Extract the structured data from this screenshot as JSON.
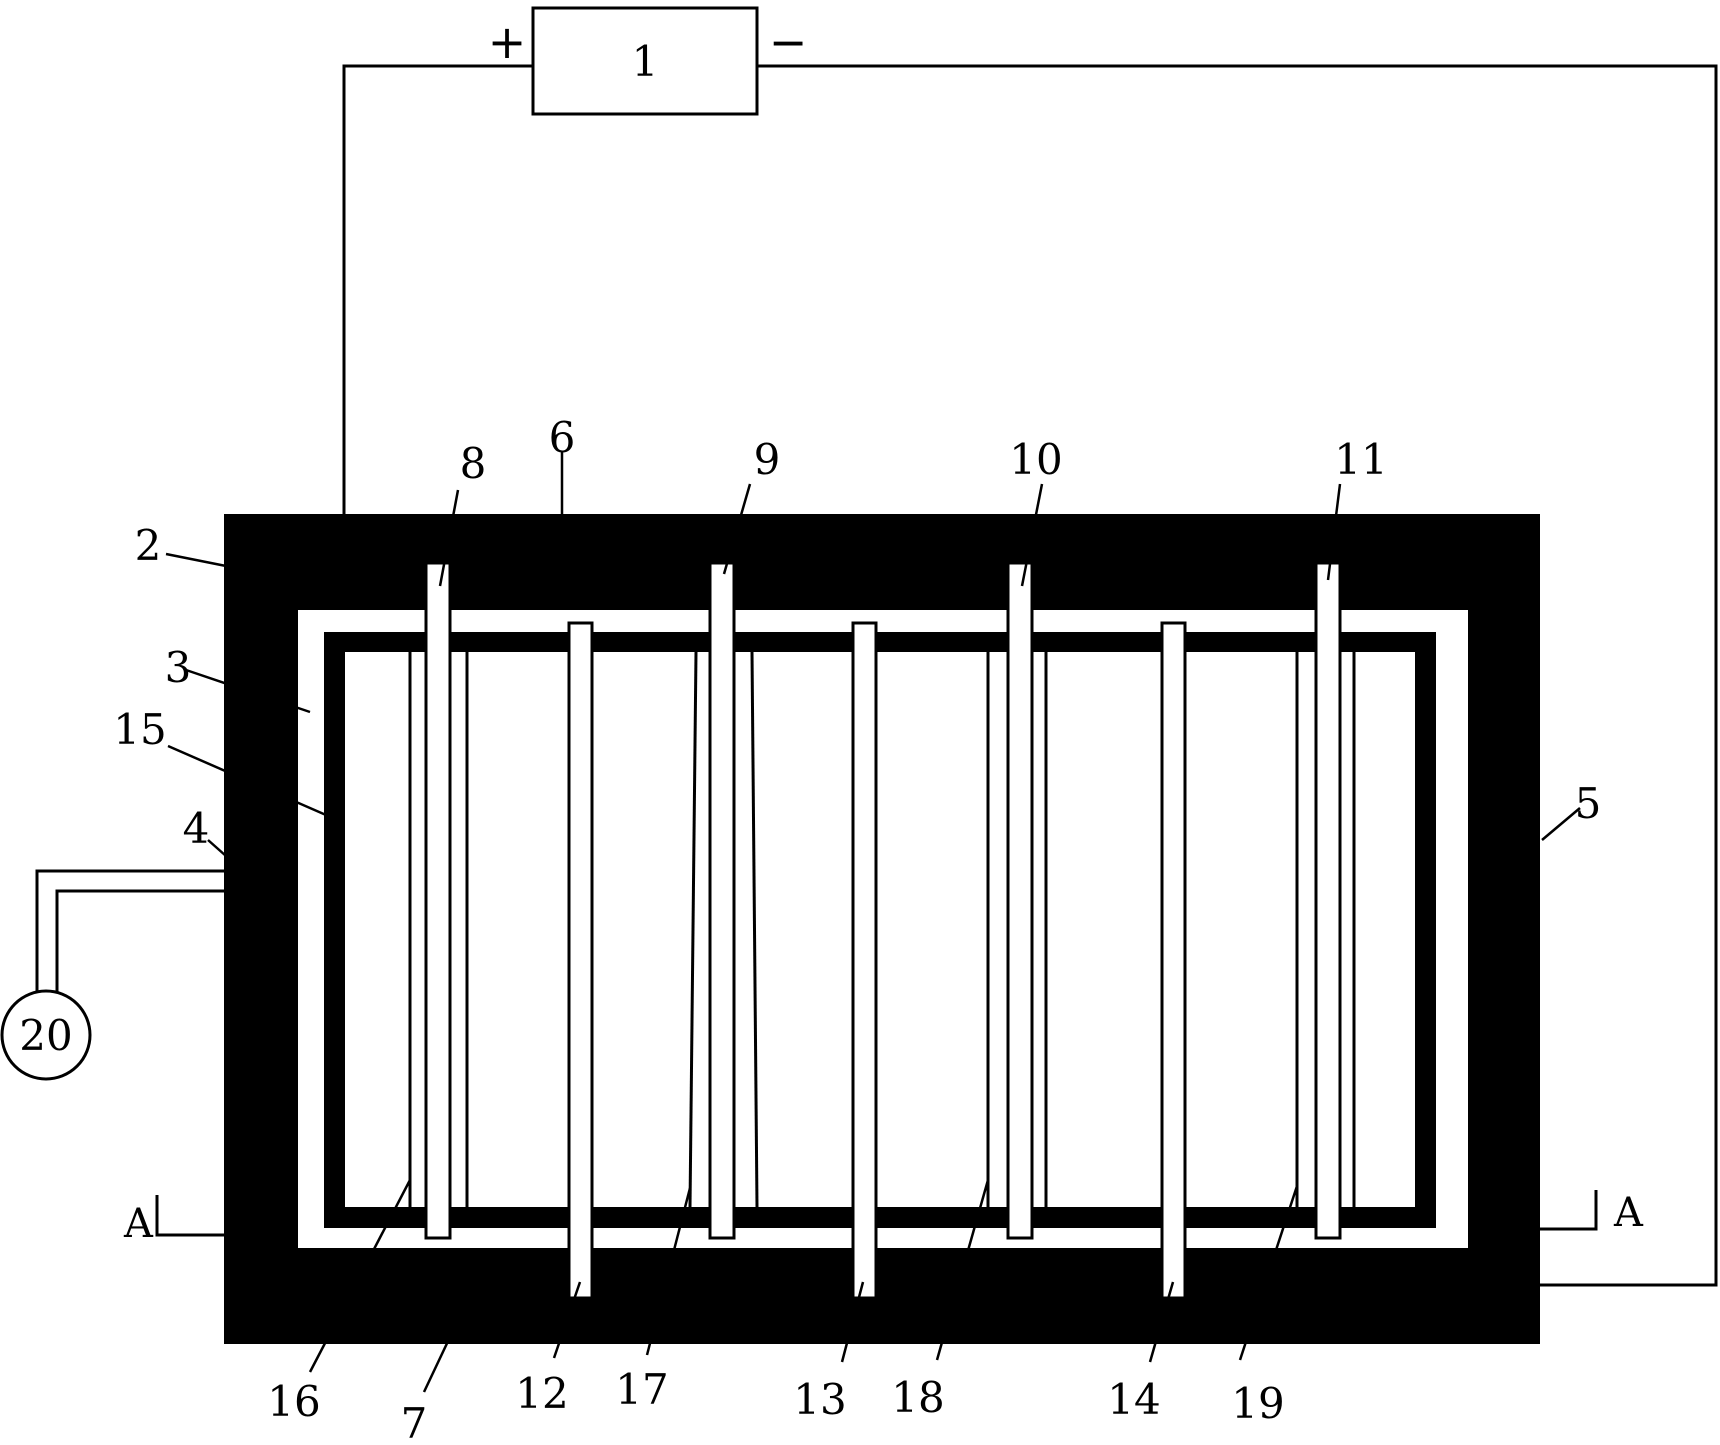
{
  "diagram": {
    "power_supply": {
      "label": "1",
      "positive": "+",
      "negative": "−"
    },
    "meter": {
      "label": "20"
    },
    "section_mark": {
      "left": "A",
      "right": "A"
    },
    "parts": {
      "p2": "2",
      "p3": "3",
      "p4": "4",
      "p5": "5",
      "p6": "6",
      "p7": "7",
      "p8": "8",
      "p9": "9",
      "p10": "10",
      "p11": "11",
      "p12": "12",
      "p13": "13",
      "p14": "14",
      "p15": "15",
      "p16": "16",
      "p17": "17",
      "p18": "18",
      "p19": "19"
    },
    "colors": {
      "ink": "#000000",
      "paper": "#ffffff"
    }
  }
}
